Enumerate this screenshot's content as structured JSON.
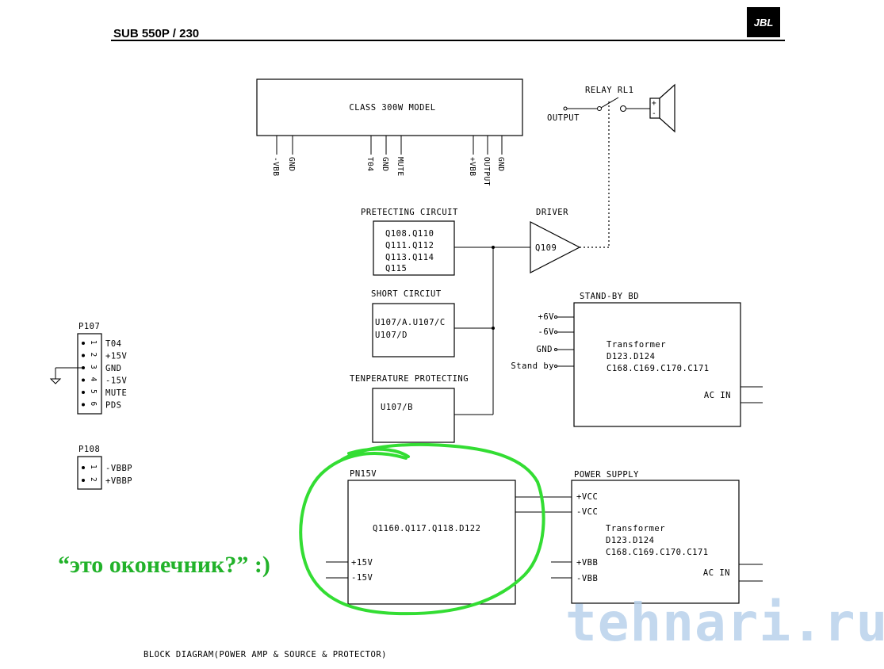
{
  "header": {
    "title": "SUB 550P / 230",
    "logo": "JBL"
  },
  "main_module": {
    "label": "CLASS 300W MODEL",
    "pins": [
      "-VBB",
      "GND",
      "T04",
      "GND",
      "MUTE",
      "+VBB",
      "OUTPUT",
      "GND"
    ]
  },
  "relay": {
    "label": "RELAY RL1",
    "output_label": "OUTPUT"
  },
  "driver": {
    "title": "DRIVER",
    "label": "Q109"
  },
  "pretecting": {
    "title": "PRETECTING CIRCUIT",
    "lines": [
      "Q108.Q110",
      "Q111.Q112",
      "Q113.Q114",
      "Q115"
    ]
  },
  "short_circuit": {
    "title": "SHORT CIRCIUT",
    "lines": [
      "U107/A.U107/C",
      "U107/D"
    ]
  },
  "temperature": {
    "title": "TENPERATURE PROTECTING",
    "label": "U107/B"
  },
  "standby": {
    "title": "STAND-BY BD",
    "inputs": [
      "+6V",
      "-6V",
      "GND",
      "Stand by"
    ],
    "lines": [
      "Transformer",
      "D123.D124",
      "C168.C169.C170.C171"
    ],
    "ac_in": "AC IN"
  },
  "p107": {
    "title": "P107",
    "pins": [
      {
        "num": "1",
        "label": "T04"
      },
      {
        "num": "2",
        "label": "+15V"
      },
      {
        "num": "3",
        "label": "GND"
      },
      {
        "num": "4",
        "label": "-15V"
      },
      {
        "num": "5",
        "label": "MUTE"
      },
      {
        "num": "6",
        "label": "PDS"
      }
    ]
  },
  "p108": {
    "title": "P108",
    "pins": [
      {
        "num": "1",
        "label": "-VBBP"
      },
      {
        "num": "2",
        "label": "+VBBP"
      }
    ]
  },
  "pn15v": {
    "title": "PN15V",
    "label": "Q1160.Q117.Q118.D122",
    "inputs": [
      "+15V",
      "-15V"
    ]
  },
  "power_supply": {
    "title": "POWER SUPPLY",
    "top_outputs": [
      "+VCC",
      "-VCC"
    ],
    "bottom_outputs": [
      "+VBB",
      "-VBB"
    ],
    "lines": [
      "Transformer",
      "D123.D124",
      "C168.C169.C170.C171"
    ],
    "ac_in": "AC IN"
  },
  "annotation": {
    "text": "“это оконечник?” :)",
    "color": "#22b22a"
  },
  "footer": {
    "caption": "BLOCK DIAGRAM(POWER AMP & SOURCE & PROTECTOR)"
  },
  "watermark": {
    "text": "tehnari.ru"
  }
}
